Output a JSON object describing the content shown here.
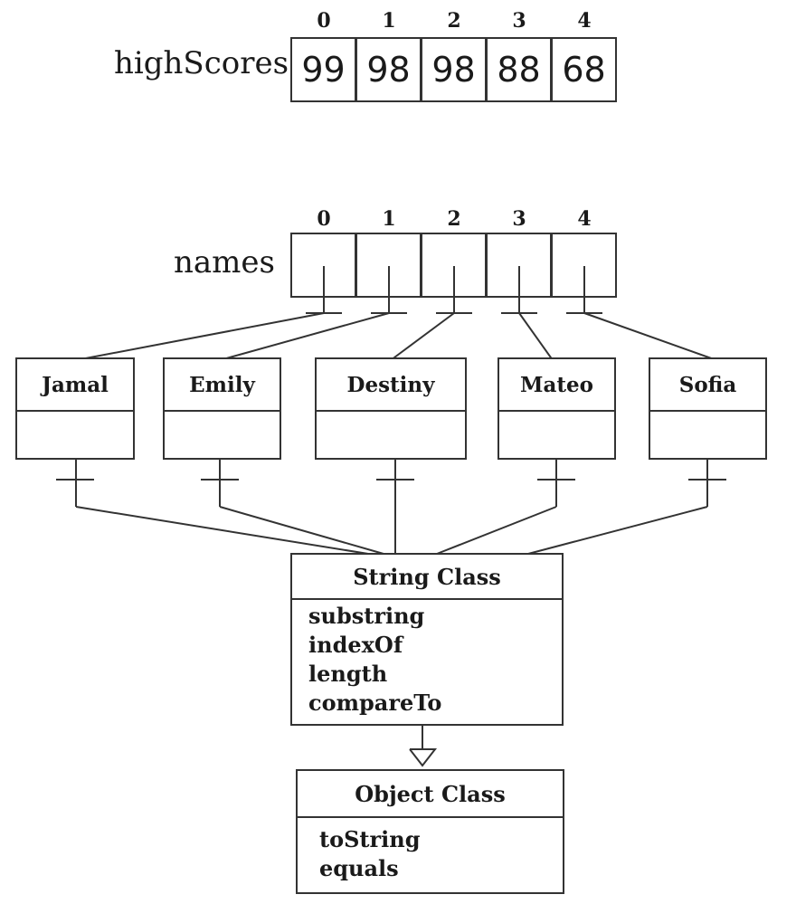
{
  "high_scores": {
    "label": "highScores",
    "indices": [
      "0",
      "1",
      "2",
      "3",
      "4"
    ],
    "values": [
      "99",
      "98",
      "98",
      "88",
      "68"
    ]
  },
  "names": {
    "label": "names",
    "indices": [
      "0",
      "1",
      "2",
      "3",
      "4"
    ]
  },
  "string_objects": [
    "Jamal",
    "Emily",
    "Destiny",
    "Mateo",
    "Sofia"
  ],
  "string_class": {
    "title": "String Class",
    "methods": [
      "substring",
      "indexOf",
      "length",
      "compareTo"
    ]
  },
  "object_class": {
    "title": "Object Class",
    "methods": [
      "toString",
      "equals"
    ]
  }
}
